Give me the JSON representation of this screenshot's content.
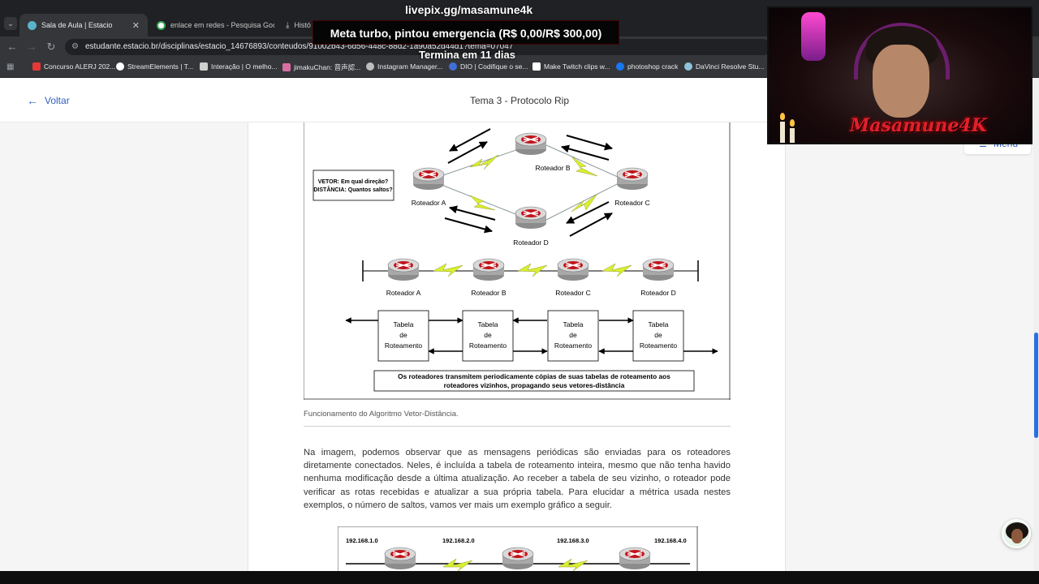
{
  "browser": {
    "tabs": [
      {
        "label": "Sala de Aula | Estacio",
        "active": true
      },
      {
        "label": "enlace em redes - Pesquisa Goo",
        "active": false
      },
      {
        "label": "Histó",
        "active": false
      }
    ],
    "url": "estudante.estacio.br/disciplinas/estacio_14676893/conteudos/91002b43-6d56-448c-88d2-1a90a52d44d1?tema=07047",
    "bookmarks": [
      {
        "label": "Concurso ALERJ 202...",
        "color": "#e53935"
      },
      {
        "label": "StreamElements | T...",
        "color": "#ffffff"
      },
      {
        "label": "Interação | O melho...",
        "color": "#cfcfcf"
      },
      {
        "label": "jimakuChan: 音声認...",
        "color": "#d86fa3"
      },
      {
        "label": "Instagram Manager...",
        "color": "#bdbdbd"
      },
      {
        "label": "DIO | Codifique o se...",
        "color": "#3f6fd8"
      },
      {
        "label": "Make Twitch clips w...",
        "color": "#ffffff"
      },
      {
        "label": "photoshop crack",
        "color": "#1877f2"
      },
      {
        "label": "DaVinci Resolve Stu...",
        "color": "#8ec4d9"
      }
    ]
  },
  "overlay": {
    "url": "livepix.gg/masamune4k",
    "goal": "Meta turbo, pintou emergencia (R$ 0,00/R$ 300,00)",
    "ends": "Termina em 11 dias",
    "logo": "Masamune4K"
  },
  "page": {
    "back_label": "Voltar",
    "title": "Tema 3 - Protocolo Rip",
    "menu_label": "Menu"
  },
  "figure1": {
    "vector_box": [
      "VETOR: Em qual direção?",
      "DISTÂNCIA: Quantos saltos?"
    ],
    "mesh_routers": [
      "Roteador A",
      "Roteador B",
      "Roteador C",
      "Roteador D"
    ],
    "chain_routers": [
      "Roteador A",
      "Roteador B",
      "Roteador C",
      "Roteador D"
    ],
    "table_lines": [
      "Tabela",
      "de",
      "Roteamento"
    ],
    "note": [
      "Os roteadores transmitem periodicamente cópias de suas tabelas de roteamento aos",
      "roteadores vizinhos, propagando seus vetores-distância"
    ]
  },
  "caption": "Funcionamento do Algoritmo Vetor-Distância.",
  "paragraph": "Na imagem, podemos observar que as mensagens periódicas são enviadas para os roteadores diretamente conectados. Neles, é incluída a tabela de roteamento inteira, mesmo que não tenha havido nenhuma modificação desde a última atualização. Ao receber a tabela de seu vizinho, o roteador pode verificar as rotas recebidas e atualizar a sua própria tabela. Para elucidar a métrica usada nestes exemplos, o número de saltos, vamos ver mais um exemplo gráfico a seguir.",
  "figure2": {
    "networks": [
      "192.168.1.0",
      "192.168.2.0",
      "192.168.3.0",
      "192.168.4.0"
    ]
  },
  "colors": {
    "accent": "#2e5fbf",
    "link_bolt": "#d8f030",
    "router_red": "#c0161c"
  }
}
